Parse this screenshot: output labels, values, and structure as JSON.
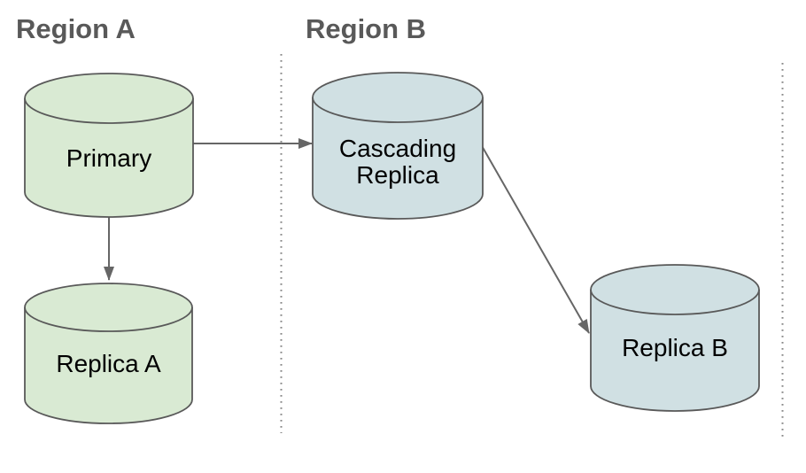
{
  "diagram": {
    "type": "database-replication-topology",
    "regions": {
      "a": {
        "label": "Region A"
      },
      "b": {
        "label": "Region B"
      }
    },
    "nodes": {
      "primary": {
        "label": "Primary",
        "shape": "database-cylinder",
        "region": "Region A"
      },
      "replica_a": {
        "label": "Replica A",
        "shape": "database-cylinder",
        "region": "Region A"
      },
      "cascading_replica": {
        "label": "Cascading Replica",
        "line1": "Cascading",
        "line2": "Replica",
        "shape": "database-cylinder",
        "region": "Region B"
      },
      "replica_b": {
        "label": "Replica B",
        "shape": "database-cylinder",
        "region": "Region B"
      }
    },
    "edges": [
      {
        "from": "Primary",
        "to": "Cascading Replica",
        "style": "arrow"
      },
      {
        "from": "Primary",
        "to": "Replica A",
        "style": "arrow"
      },
      {
        "from": "Cascading Replica",
        "to": "Replica B",
        "style": "arrow"
      }
    ],
    "colors": {
      "region_a_fill": "#d9ead3",
      "region_b_fill": "#d0e0e3",
      "shape_stroke": "#595959",
      "arrow": "#666666",
      "title_text": "#595959",
      "label_text": "#000000",
      "divider_dots": "#878787",
      "background": "#ffffff"
    }
  }
}
